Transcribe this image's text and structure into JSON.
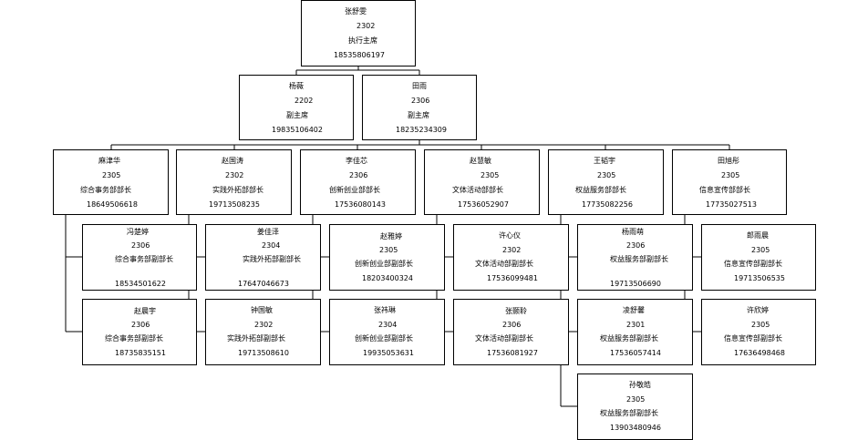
{
  "top": {
    "name": "张舒雯",
    "room": "2302",
    "title": "执行主席",
    "phone": "18535806197"
  },
  "vice": [
    {
      "name": "杨薇",
      "room": "2202",
      "title": "副主席",
      "phone": "19835106402"
    },
    {
      "name": "田雨",
      "room": "2306",
      "title": "副主席",
      "phone": "18235234309"
    }
  ],
  "heads": [
    {
      "name": "麻津华",
      "room": "2305",
      "title": "综合事务部部长",
      "phone": "18649506618"
    },
    {
      "name": "赵国涛",
      "room": "2302",
      "title": "实践外拓部部长",
      "phone": "19713508235"
    },
    {
      "name": "李佳芯",
      "room": "2306",
      "title": "创新创业部部长",
      "phone": "17536080143"
    },
    {
      "name": "赵慧敏",
      "room": "2305",
      "title": "文体活动部部长",
      "phone": "17536052907"
    },
    {
      "name": "王韬宇",
      "room": "2305",
      "title": "权益服务部部长",
      "phone": "17735082256"
    },
    {
      "name": "田旭彤",
      "room": "2305",
      "title": "信息宣传部部长",
      "phone": "17735027513"
    }
  ],
  "deputies_row1": [
    {
      "name": "冯楚婷",
      "room": "2306",
      "title": "综合事务部副部长",
      "phone": "18534501622"
    },
    {
      "name": "姜佳泽",
      "room": "2304",
      "title": "实践外拓部副部长",
      "phone": "17647046673"
    },
    {
      "name": "赵雅婷",
      "room": "2305",
      "title": "创新创业部副部长",
      "phone": "18203400324"
    },
    {
      "name": "许心仪",
      "room": "2302",
      "title": "文体活动部副部长",
      "phone": "17536099481"
    },
    {
      "name": "杨雨萌",
      "room": "2306",
      "title": "权益服务部副部长",
      "phone": "19713506690"
    },
    {
      "name": "郎雨晨",
      "room": "2305",
      "title": "信息宣传部副部长",
      "phone": "19713506535"
    }
  ],
  "deputies_row2": [
    {
      "name": "赵晨宇",
      "room": "2306",
      "title": "综合事务部副部长",
      "phone": "18735835151"
    },
    {
      "name": "钟国敏",
      "room": "2302",
      "title": "实践外拓部副部长",
      "phone": "19713508610"
    },
    {
      "name": "张祎琳",
      "room": "2304",
      "title": "创新创业部副部长",
      "phone": "19935053631"
    },
    {
      "name": "张颢聆",
      "room": "2306",
      "title": "文体活动部副部长",
      "phone": "17536081927"
    },
    {
      "name": "凌舒馨",
      "room": "2301",
      "title": "权益服务部副部长",
      "phone": "17536057414"
    },
    {
      "name": "许欣婷",
      "room": "2305",
      "title": "信息宣传部副部长",
      "phone": "17636498468"
    }
  ],
  "deputies_row3": [
    {
      "name": "孙敬皓",
      "room": "2305",
      "title": "权益服务部副部长",
      "phone": "13903480946"
    }
  ]
}
